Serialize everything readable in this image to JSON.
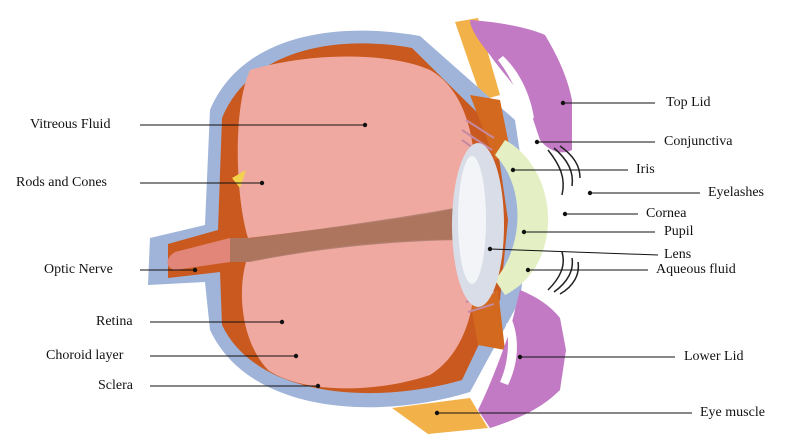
{
  "labels": {
    "vitreous_fluid": "Vitreous Fluid",
    "rods_and_cones": "Rods and Cones",
    "optic_nerve": "Optic Nerve",
    "retina": "Retina",
    "choroid_layer": "Choroid layer",
    "sclera": "Sclera",
    "top_lid": "Top Lid",
    "conjunctiva": "Conjunctiva",
    "iris": "Iris",
    "eyelashes": "Eyelashes",
    "cornea": "Cornea",
    "pupil": "Pupil",
    "lens": "Lens",
    "aqueous_fluid": "Aqueous fluid",
    "lower_lid": "Lower Lid",
    "eye_muscle": "Eye muscle"
  },
  "colors": {
    "sclera": "#9fb4d8",
    "choroid": "#c9591e",
    "vitreous": "#f0a9a0",
    "vitreous_divider": "#a87a6a",
    "lid": "#c27ac4",
    "lid_shadow": "#a55fa8",
    "muscle": "#f3b14a",
    "lens": "#d9dde8",
    "cornea": "#e4f0c4",
    "leader_line": "#111111"
  }
}
